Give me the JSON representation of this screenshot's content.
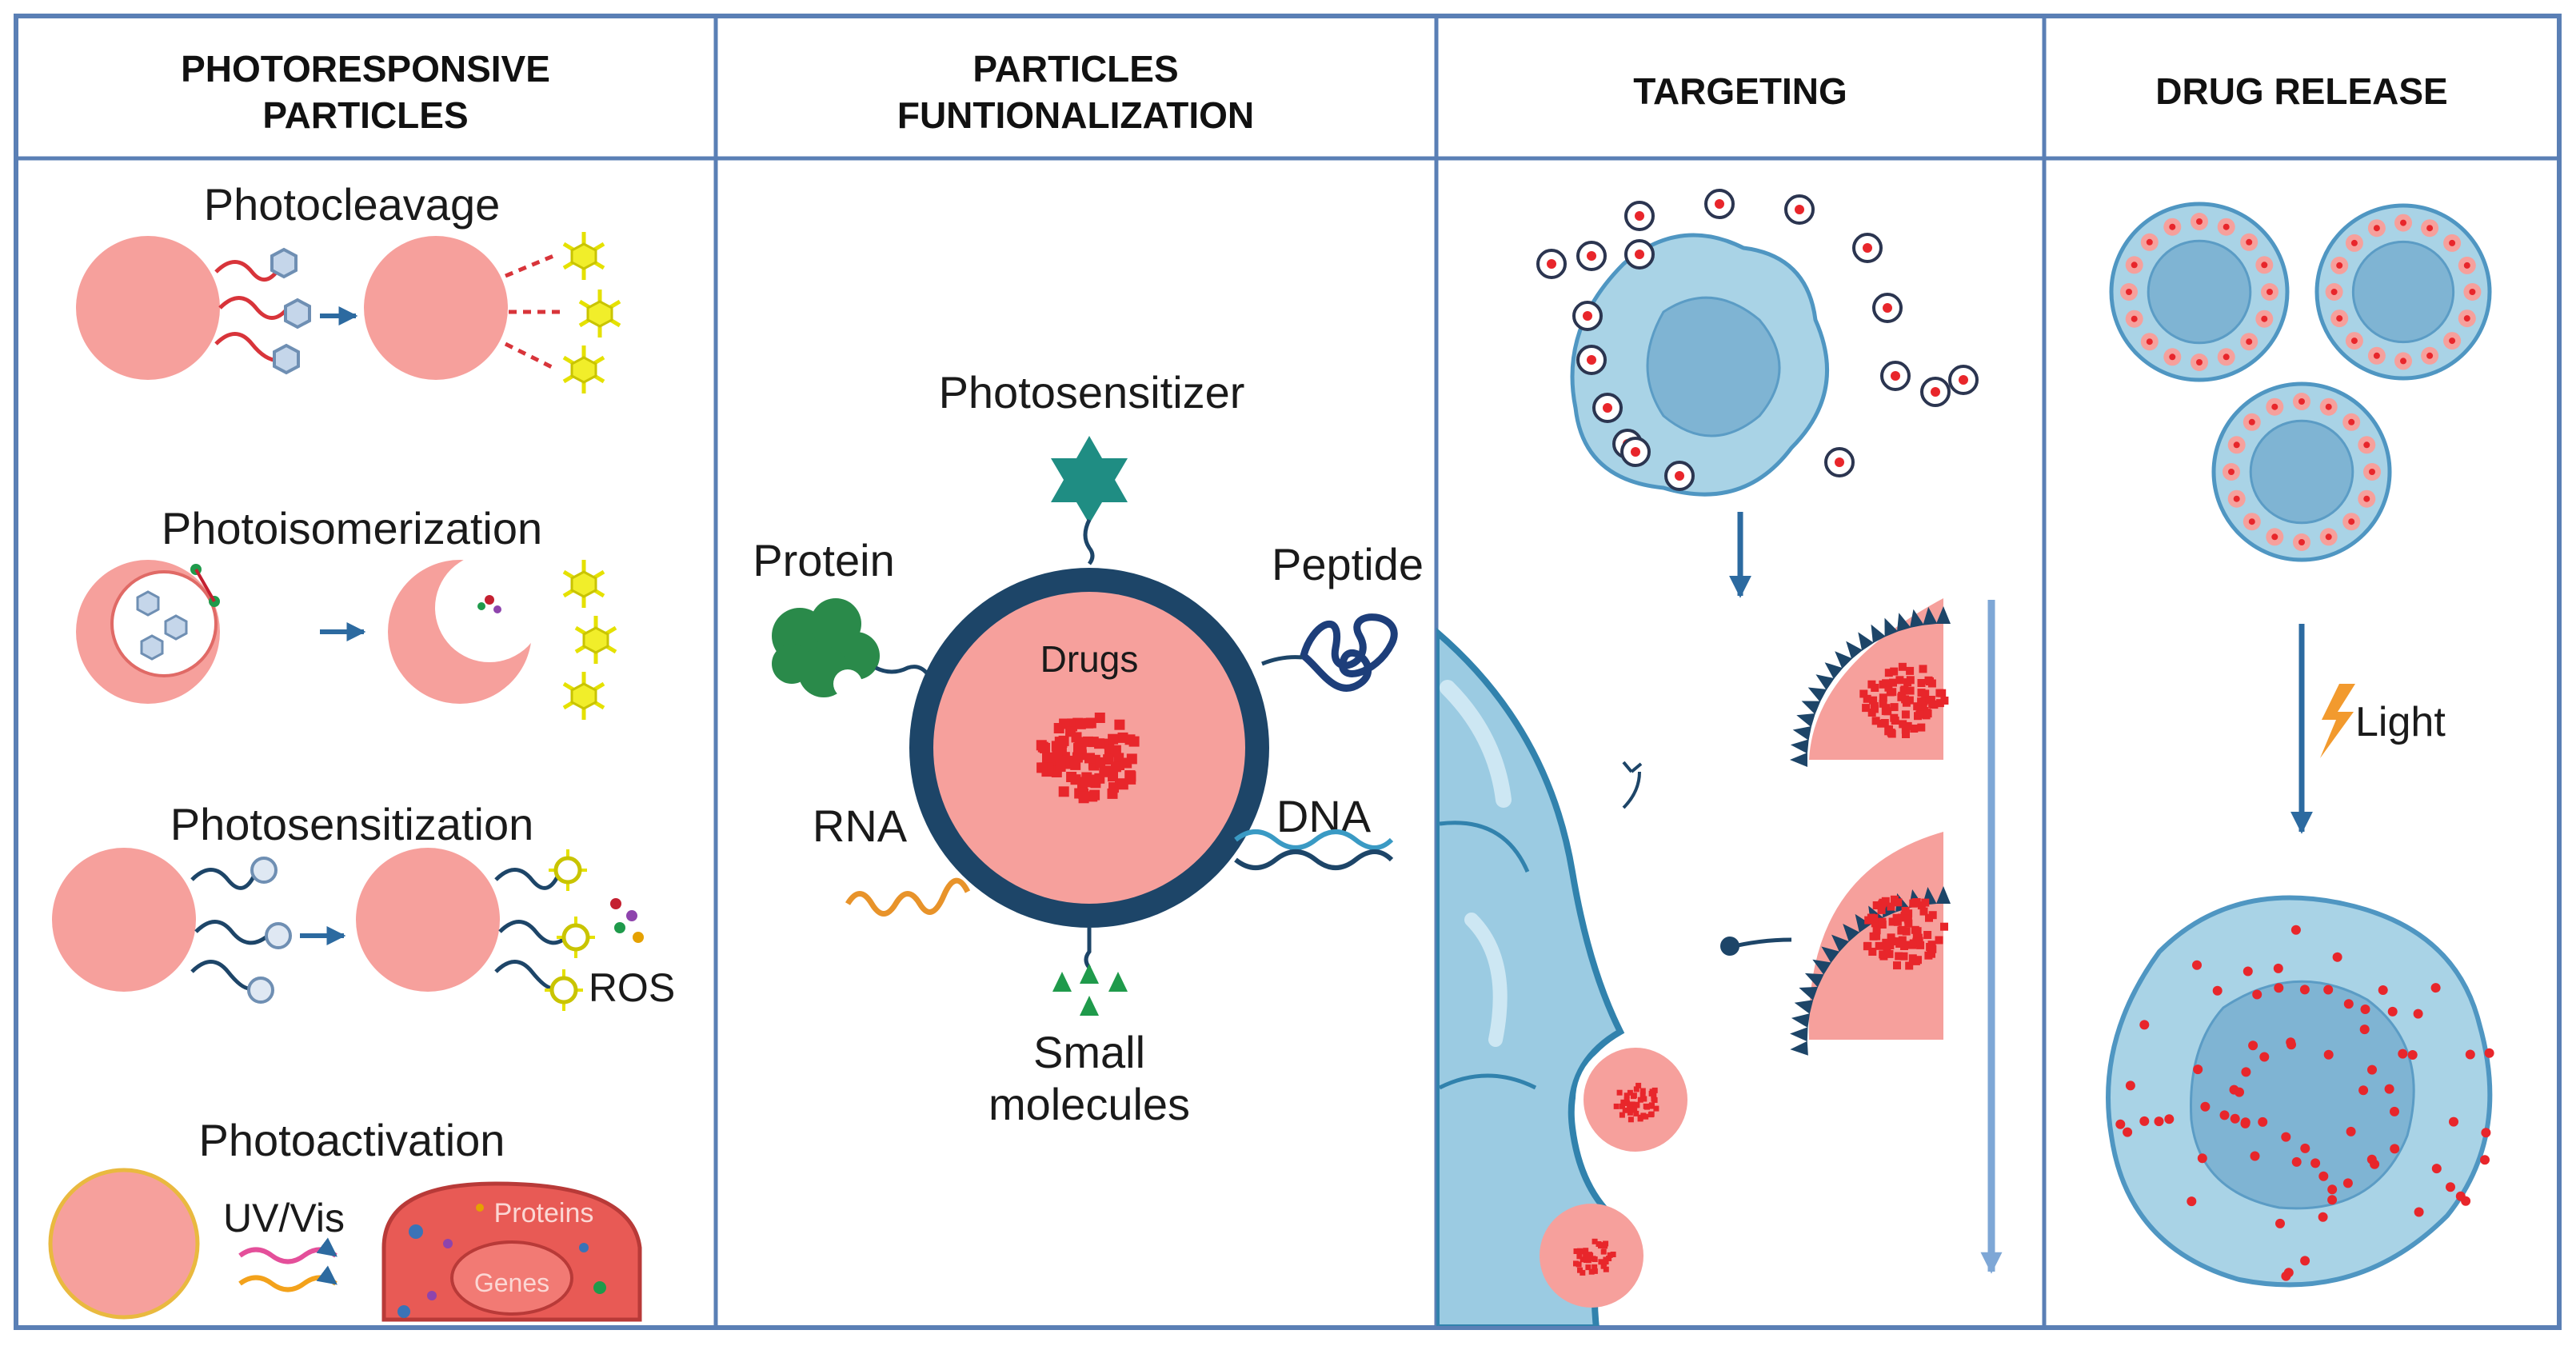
{
  "headers": {
    "col1_line1": "PHOTORESPONSIVE",
    "col1_line2": "PARTICLES",
    "col2_line1": "PARTICLES",
    "col2_line2": "FUNTIONALIZATION",
    "col3": "TARGETING",
    "col4": "DRUG RELEASE"
  },
  "photoresponsive": {
    "photocleavage": "Photocleavage",
    "photoisomerization": "Photoisomerization",
    "photosensitization": "Photosensitization",
    "ros": "ROS",
    "photoactivation": "Photoactivation",
    "uv_vis": "UV/Vis",
    "proteins": "Proteins",
    "genes": "Genes"
  },
  "functionalization": {
    "photosensitizer": "Photosensitizer",
    "protein": "Protein",
    "peptide": "Peptide",
    "drugs": "Drugs",
    "rna": "RNA",
    "dna": "DNA",
    "small_line1": "Small",
    "small_line2": "molecules"
  },
  "drug_release": {
    "light": "Light"
  },
  "colors": {
    "frame": "#5a7fb5",
    "particle": "#f6a09c",
    "shell": "#1d4568",
    "cell": "#a9d3e6",
    "nucleus": "#7fb4d3",
    "drug": "#e8262b",
    "arrow": "#2c6aa0"
  }
}
